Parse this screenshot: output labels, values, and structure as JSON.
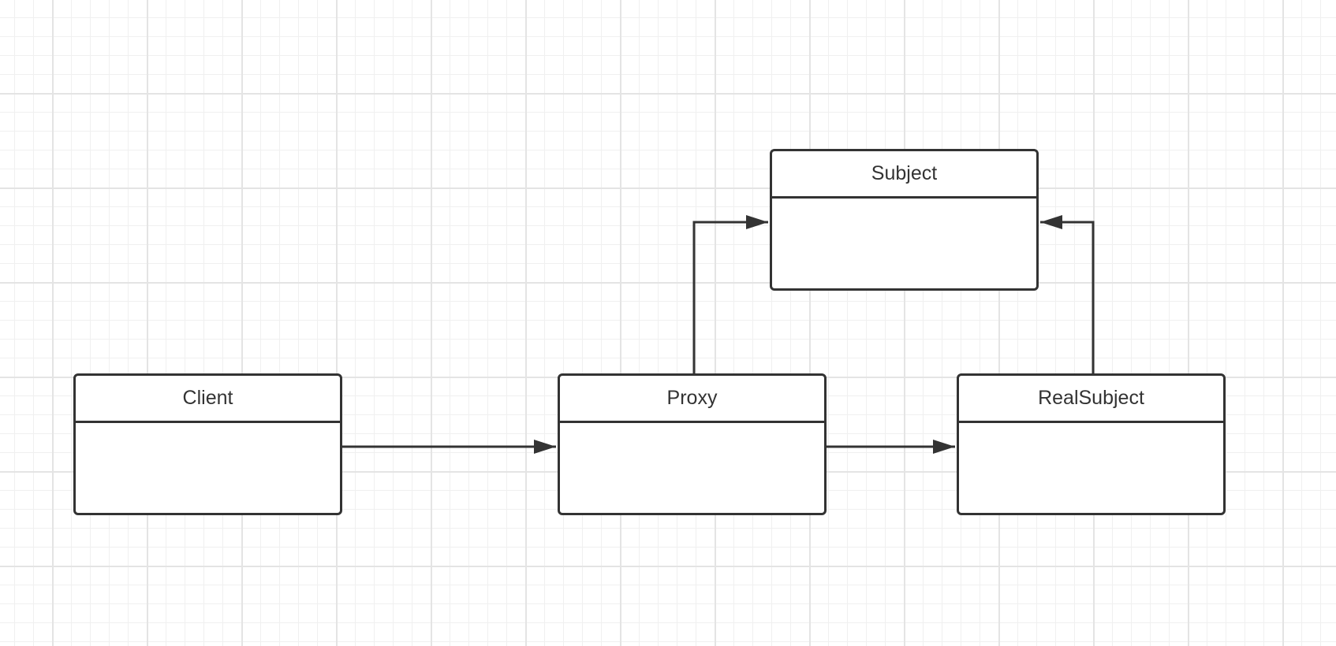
{
  "diagram": {
    "classes": {
      "subject": {
        "name": "Subject"
      },
      "client": {
        "name": "Client"
      },
      "proxy": {
        "name": "Proxy"
      },
      "real_subject": {
        "name": "RealSubject"
      }
    },
    "relations": [
      {
        "from": "Client",
        "to": "Proxy"
      },
      {
        "from": "Proxy",
        "to": "RealSubject"
      },
      {
        "from": "Proxy",
        "to": "Subject"
      },
      {
        "from": "RealSubject",
        "to": "Subject"
      }
    ],
    "colors": {
      "stroke": "#333333",
      "background": "#ffffff",
      "grid": "#e4e4e4"
    }
  }
}
